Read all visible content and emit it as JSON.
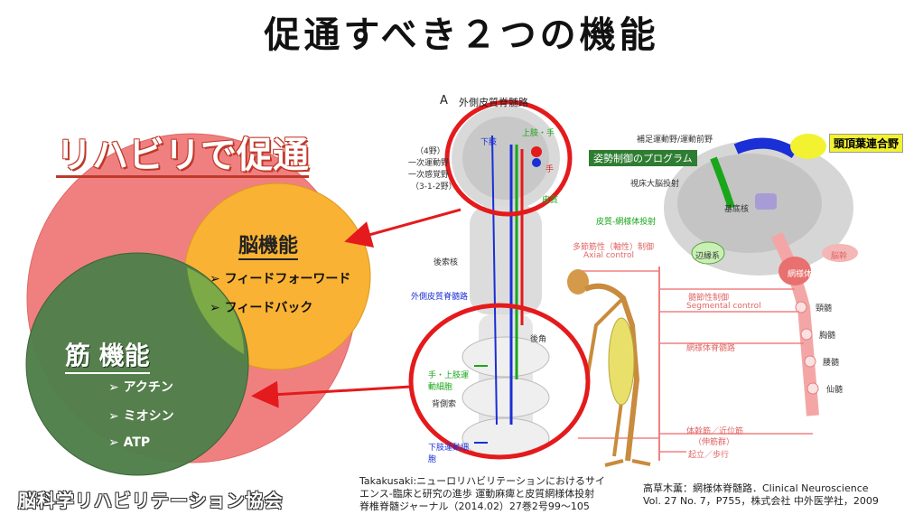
{
  "title": "促通すべき２つの機能",
  "venn": {
    "outer_label": "リハビリで促通",
    "brain_label": "脳機能",
    "brain_items": [
      "フィードフォーワード",
      "フィードバック"
    ],
    "muscle_label": "筋 機能",
    "muscle_items": [
      "アクチン",
      "ミオシン",
      "ATP"
    ]
  },
  "figure_a": {
    "title": "外側皮質脊髄路",
    "panel_letter": "A",
    "labels": {
      "lower_limb": "下肢",
      "upper_limb": "上肢・手",
      "hand": "手",
      "cortex": "皮質",
      "area4": "（4野）",
      "primary_motor": "一次運動野",
      "primary_sensory": "一次感覚野",
      "areas312": "（3-1-2野）",
      "posterior_column": "後索核",
      "lateral_cst": "外側皮質脊髄路",
      "posterior_horn": "後角",
      "hand_upper_motor": "手・上肢運動細胞",
      "lateral_column": "背側索",
      "lower_limb_motor": "下肢運動細胞"
    }
  },
  "figure_b": {
    "labels": {
      "supplementary_motor": "補足運動野/運動前野",
      "parietal": "頭頂葉連合野",
      "posture_program": "姿勢制御のプログラム",
      "thalamocortical": "視床大脳投射",
      "basal_ganglia": "基底核",
      "corticoreticular": "皮質-網様体投射",
      "axial_control_jp": "多節筋性（軸性）制御",
      "axial_control_en": "Axial control",
      "limbic": "辺縁系",
      "brainstem": "脳幹",
      "reticular": "網様体",
      "segmental_jp": "髄節性制御",
      "segmental_en": "Segmental control",
      "reticulospinal": "網様体脊髄路",
      "cervical": "頸髄",
      "thoracic": "胸髄",
      "lumbar": "腰髄",
      "sacral": "仙髄",
      "trunk_muscle": "体幹筋／近位筋",
      "extensors": "（伸筋群）",
      "standing_walking": "起立／歩行"
    }
  },
  "citations": {
    "left": [
      "Takakusaki:ニューロリハビリテーションにおけるサイ",
      "エンス-臨床と研究の進歩 運動麻痺と皮質網様体投射",
      "脊椎脊髄ジャーナル（2014.02）27巻2号99〜105"
    ],
    "right": [
      "高草木薫：網様体脊髄路．Clinical Neuroscience",
      "Vol. 27 No. 7，P755，株式会社 中外医学社，2009"
    ]
  },
  "organization": "脳科学リハビリテーション協会",
  "colors": {
    "outer_circle": "#f08080",
    "brain_circle": "#f9b233",
    "muscle_circle": "#4f7f4a",
    "highlight_ring": "#e41a1c",
    "arrow": "#e41a1c",
    "parietal_box": "#f2f230"
  }
}
